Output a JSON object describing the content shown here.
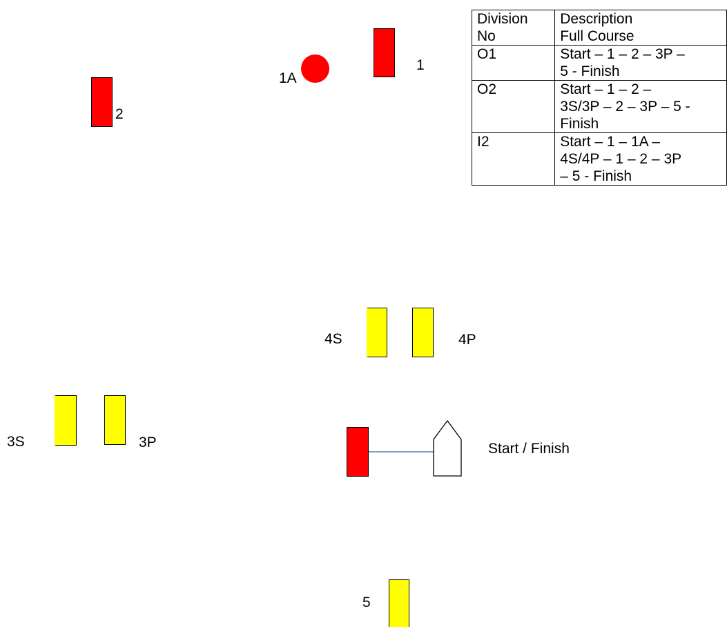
{
  "colors": {
    "red_mark": "#ff0000",
    "yellow_mark": "#ffff00",
    "start_line": "#4a7ebb",
    "outline": "#000000"
  },
  "marks": {
    "m1": {
      "label": "1",
      "color": "red"
    },
    "m1a": {
      "label": "1A",
      "color": "red",
      "shape": "circle"
    },
    "m2": {
      "label": "2",
      "color": "red"
    },
    "m3s": {
      "label": "3S",
      "color": "yellow"
    },
    "m3p": {
      "label": "3P",
      "color": "yellow"
    },
    "m4s": {
      "label": "4S",
      "color": "yellow"
    },
    "m4p": {
      "label": "4P",
      "color": "yellow"
    },
    "m5": {
      "label": "5",
      "color": "yellow"
    },
    "start_pin": {
      "color": "red"
    },
    "committee_boat": {
      "label": "Start / Finish",
      "icon": "boat-icon"
    }
  },
  "legend": {
    "headers": [
      "Division\nNo",
      "Description\nFull Course"
    ],
    "rows": [
      {
        "division": "O1",
        "course": "Start – 1 – 2 – 3P –\n5 - Finish"
      },
      {
        "division": "O2",
        "course": "Start – 1 – 2 –\n3S/3P – 2 – 3P – 5 -\nFinish"
      },
      {
        "division": "I2",
        "course": "Start – 1 – 1A –\n4S/4P – 1 – 2 – 3P\n– 5 - Finish"
      }
    ]
  }
}
